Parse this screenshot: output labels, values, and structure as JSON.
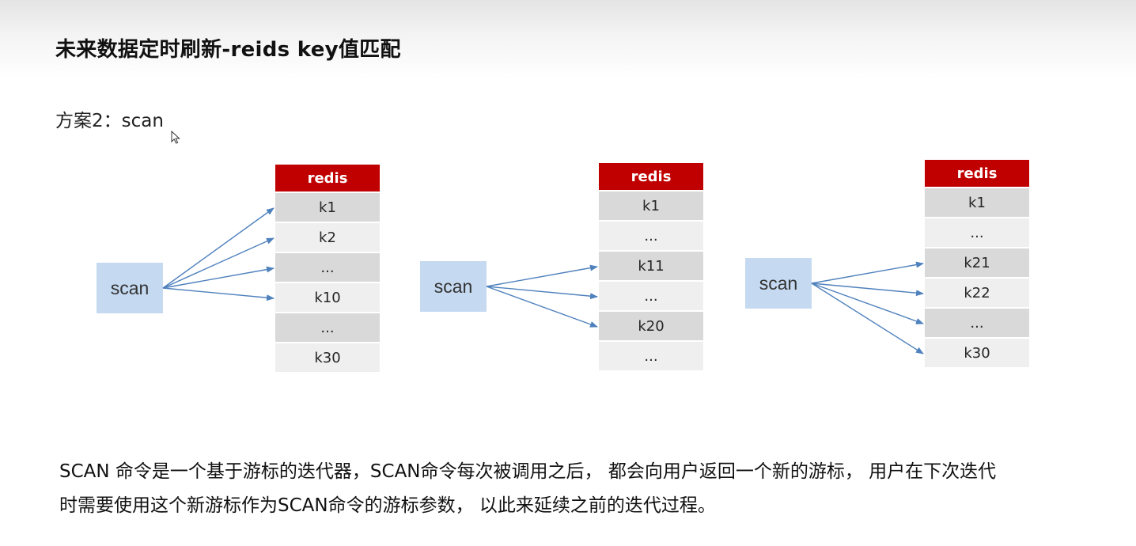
{
  "header": {
    "title": "未来数据定时刷新-reids key值匹配"
  },
  "subtitle": "方案2：scan",
  "diagrams": [
    {
      "scan_label": "scan",
      "redis_header": "redis",
      "cells": [
        "k1",
        "k2",
        "...",
        "k10",
        "...",
        "k30"
      ],
      "arrow_targets": [
        0,
        1,
        2,
        3
      ]
    },
    {
      "scan_label": "scan",
      "redis_header": "redis",
      "cells": [
        "k1",
        "...",
        "k11",
        "...",
        "k20",
        "..."
      ],
      "arrow_targets": [
        2,
        3,
        4
      ]
    },
    {
      "scan_label": "scan",
      "redis_header": "redis",
      "cells": [
        "k1",
        "...",
        "k21",
        "k22",
        "...",
        "k30"
      ],
      "arrow_targets": [
        2,
        3,
        4,
        5
      ]
    }
  ],
  "description": {
    "line1": "SCAN 命令是一个基于游标的迭代器，SCAN命令每次被调用之后， 都会向用户返回一个新的游标， 用户在下次迭代",
    "line2": "时需要使用这个新游标作为SCAN命令的游标参数， 以此来延续之前的迭代过程。"
  },
  "colors": {
    "redis_header": "#c00000",
    "scan_box": "#c5d9f1",
    "cell_dark": "#d9d9d9",
    "cell_light": "#efefef",
    "arrow": "#4f81bd"
  }
}
